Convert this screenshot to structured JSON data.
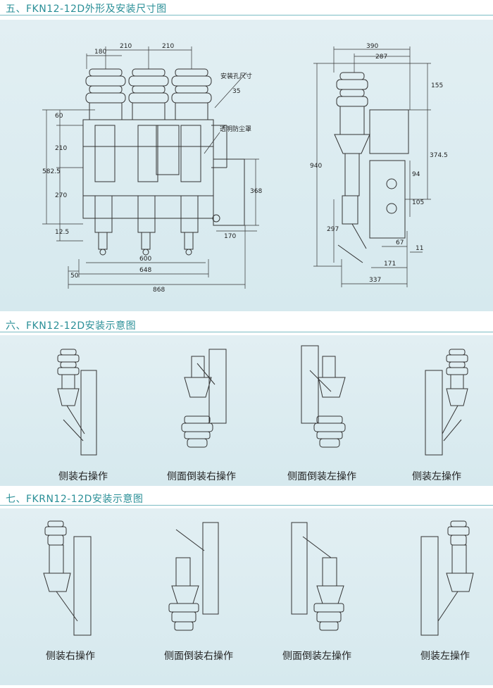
{
  "sections": [
    {
      "title": "五、FKN12-12D外形及安装尺寸图"
    },
    {
      "title": "六、FKN12-12D安装示意图"
    },
    {
      "title": "七、FKRN12-12D安装示意图"
    }
  ],
  "front_view": {
    "dims": {
      "d180": "180",
      "d210a": "210",
      "d210b": "210",
      "d60": "60",
      "d210v": "210",
      "d582": "582.5",
      "d270": "270",
      "d12": "12.5",
      "d368": "368",
      "d170": "170",
      "d600": "600",
      "d648": "648",
      "d50": "50",
      "d868": "868"
    },
    "notes": {
      "mount_hole": "安装孔尺寸",
      "shield": "透明防尘罩",
      "d35": "35"
    }
  },
  "side_view": {
    "dims": {
      "d390": "390",
      "d287": "287",
      "d155": "155",
      "d374": "374.5",
      "d940": "940",
      "d94": "94",
      "d105": "105",
      "d297": "297",
      "d67": "67",
      "d11": "11",
      "d171": "171",
      "d337": "337"
    }
  },
  "captions_fkn": [
    "侧装右操作",
    "侧面倒装右操作",
    "侧面倒装左操作",
    "侧装左操作"
  ],
  "captions_fkrn": [
    "侧装右操作",
    "侧面倒装右操作",
    "侧面倒装左操作",
    "侧装左操作"
  ],
  "colors": {
    "accent": "#2a8f97",
    "panel": "#dcecf0",
    "line": "#333333"
  }
}
